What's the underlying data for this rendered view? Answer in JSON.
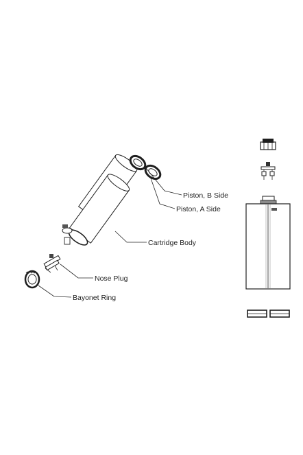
{
  "labels": {
    "piston_b": "Piston, B Side",
    "piston_a": "Piston, A Side",
    "cartridge_body": "Cartridge Body",
    "nose_plug": "Nose Plug",
    "bayonet_ring": "Bayonet Ring"
  },
  "colors": {
    "line": "#1e1e1e",
    "fill": "#ffffff",
    "shade": "#8c8c8c",
    "dark": "#555555"
  }
}
